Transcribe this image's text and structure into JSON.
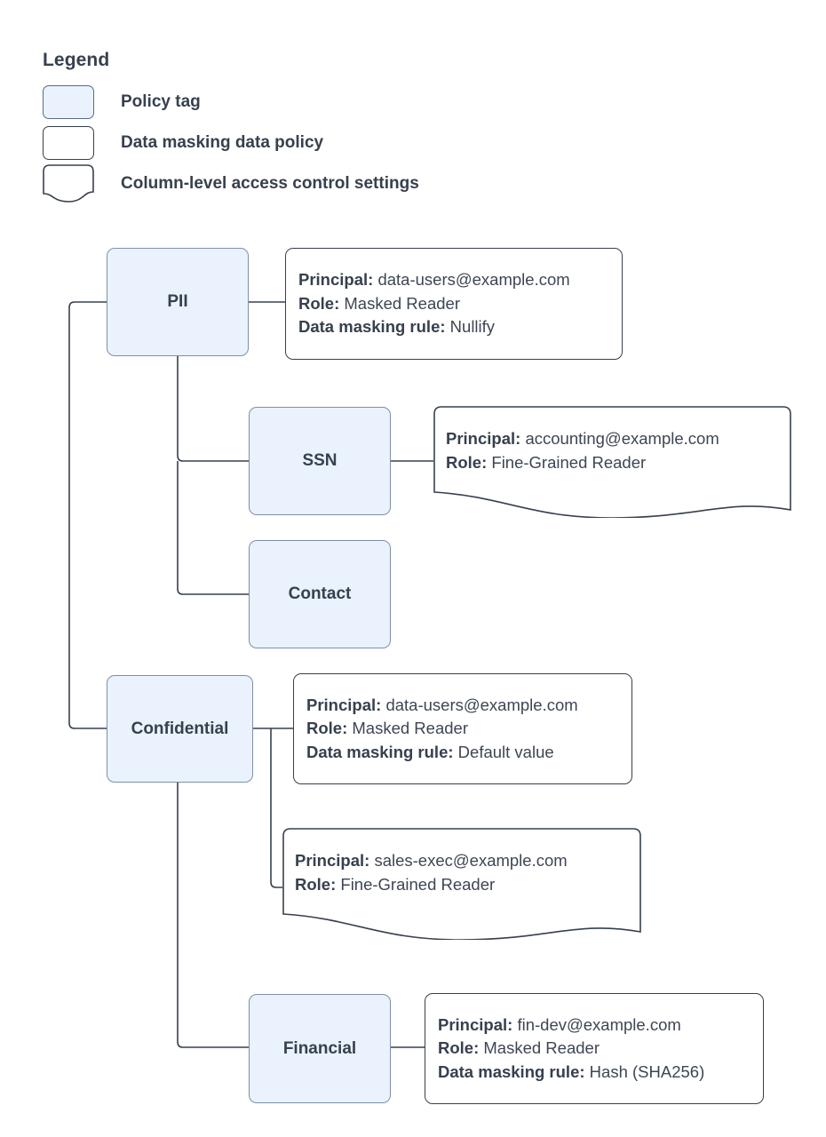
{
  "legend": {
    "title": "Legend",
    "items": [
      {
        "shape": "policy-tag-swatch",
        "label": "Policy tag"
      },
      {
        "shape": "data-masking-policy-swatch",
        "label": "Data masking data policy"
      },
      {
        "shape": "column-access-swatch",
        "label": "Column-level access control settings"
      }
    ]
  },
  "colors": {
    "tag_fill": "#e9f2fd",
    "tag_stroke": "#7f90a6",
    "box_stroke": "#37404e",
    "text": "#37404e"
  },
  "nodes": [
    {
      "id": "pii",
      "label": "PII"
    },
    {
      "id": "ssn",
      "label": "SSN"
    },
    {
      "id": "contact",
      "label": "Contact"
    },
    {
      "id": "confidential",
      "label": "Confidential"
    },
    {
      "id": "financial",
      "label": "Financial"
    }
  ],
  "policies": [
    {
      "id": "pii-policy",
      "type": "data-masking-data-policy",
      "lines": [
        {
          "key": "Principal:",
          "value": "data-users@example.com"
        },
        {
          "key": "Role:",
          "value": "Masked Reader"
        },
        {
          "key": "Data masking rule:",
          "value": "Nullify"
        }
      ]
    },
    {
      "id": "ssn-policy",
      "type": "column-level-access-control-settings",
      "lines": [
        {
          "key": "Principal:",
          "value": "accounting@example.com"
        },
        {
          "key": "Role:",
          "value": "Fine-Grained Reader"
        }
      ]
    },
    {
      "id": "confidential-policy",
      "type": "data-masking-data-policy",
      "lines": [
        {
          "key": "Principal:",
          "value": "data-users@example.com"
        },
        {
          "key": "Role:",
          "value": "Masked Reader"
        },
        {
          "key": "Data masking rule:",
          "value": "Default value"
        }
      ]
    },
    {
      "id": "confidential-access",
      "type": "column-level-access-control-settings",
      "lines": [
        {
          "key": "Principal:",
          "value": "sales-exec@example.com"
        },
        {
          "key": "Role:",
          "value": "Fine-Grained Reader"
        }
      ]
    },
    {
      "id": "financial-policy",
      "type": "data-masking-data-policy",
      "lines": [
        {
          "key": "Principal:",
          "value": "fin-dev@example.com"
        },
        {
          "key": "Role:",
          "value": "Masked Reader"
        },
        {
          "key": "Data masking rule:",
          "value": "Hash (SHA256)"
        }
      ]
    }
  ]
}
